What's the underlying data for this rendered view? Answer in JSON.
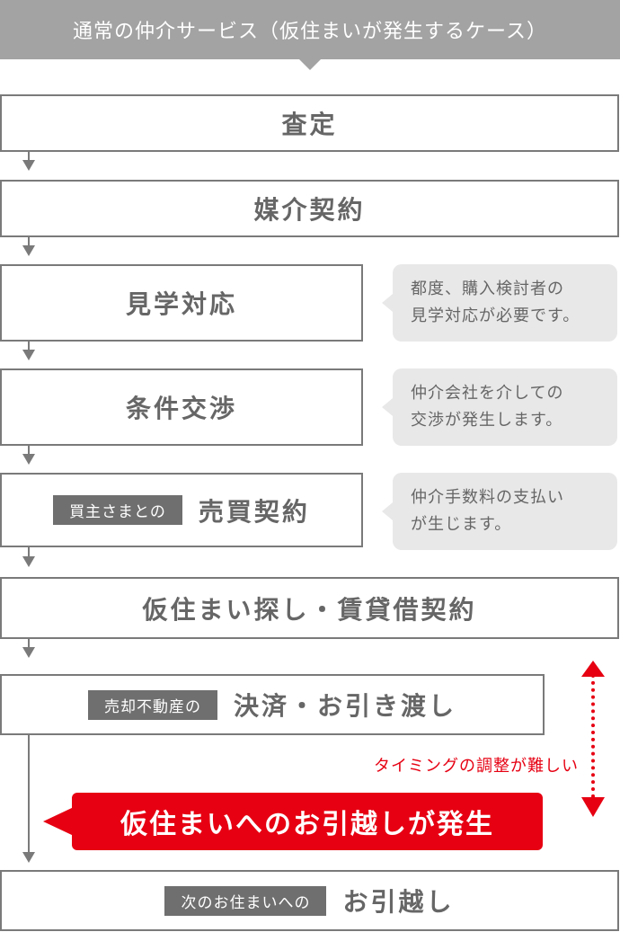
{
  "header": {
    "title": "通常の仲介サービス（仮住まいが発生するケース）"
  },
  "steps": [
    {
      "label": "査定"
    },
    {
      "label": "媒介契約"
    },
    {
      "label": "見学対応",
      "note": [
        "都度、購入検討者の",
        "見学対応が必要です。"
      ]
    },
    {
      "label": "条件交渉",
      "note": [
        "仲介会社を介しての",
        "交渉が発生します。"
      ]
    },
    {
      "tag": "買主さまとの",
      "label": "売買契約",
      "note": [
        "仲介手数料の支払い",
        "が生じます。"
      ]
    },
    {
      "label": "仮住まい探し・賃貸借契約"
    },
    {
      "tag": "売却不動産の",
      "label": "決済・お引き渡し"
    },
    {
      "tag": "次のお住まいへの",
      "label": "お引越し"
    }
  ],
  "timing_note": "タイミングの調整が難しい",
  "alert": "仮住まいへのお引越しが発生",
  "colors": {
    "accent": "#e60012",
    "header": "#a3a3a3",
    "border": "#7a7a7a",
    "note": "#e8e8e8"
  }
}
